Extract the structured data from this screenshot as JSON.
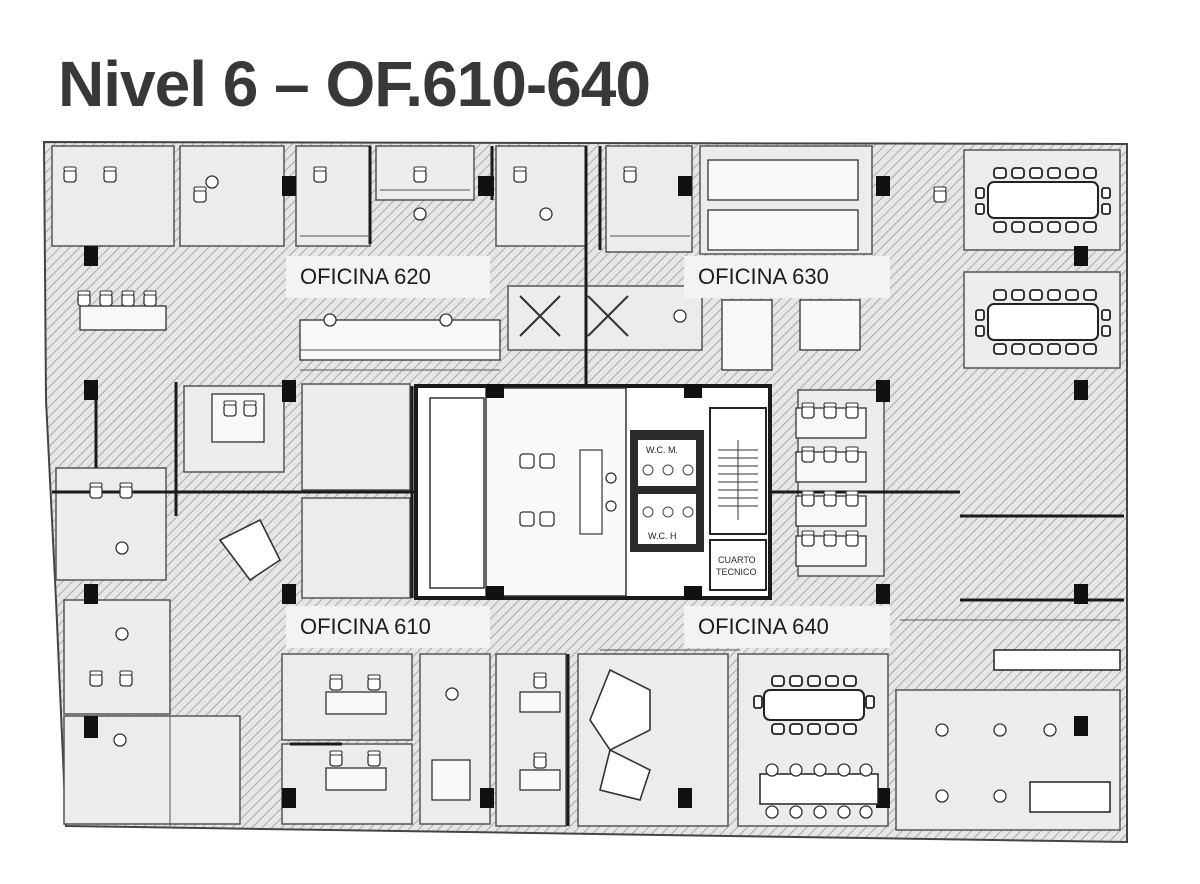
{
  "title": "Nivel 6 – OF.610-640",
  "offices": [
    {
      "id": "620",
      "label": "OFICINA 620"
    },
    {
      "id": "630",
      "label": "OFICINA 630"
    },
    {
      "id": "610",
      "label": "OFICINA 610"
    },
    {
      "id": "640",
      "label": "OFICINA 640"
    }
  ],
  "core": {
    "wc_m": "W.C. M.",
    "wc_h": "W.C. H",
    "cuarto_line1": "CUARTO",
    "cuarto_line2": "TECNICO"
  },
  "colors": {
    "hatch": "#9a9a9a",
    "wall": "#1a1a1a",
    "line": "#444444",
    "label_bg": "#f3f3f3"
  }
}
